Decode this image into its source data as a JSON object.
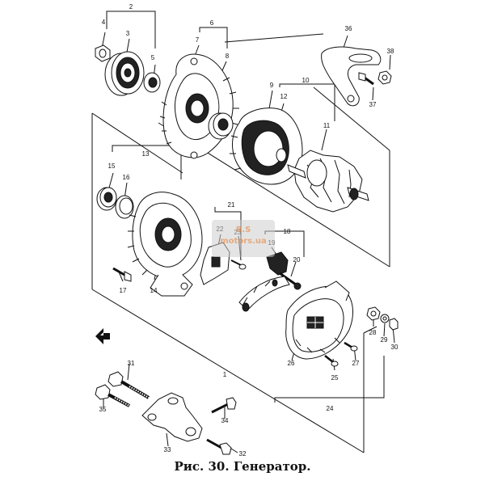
{
  "caption": "Рис. 30. Генератор.",
  "watermark": "B.S motors.ua",
  "callouts": [
    "1",
    "2",
    "3",
    "4",
    "5",
    "6",
    "7",
    "8",
    "9",
    "10",
    "11",
    "12",
    "13",
    "14",
    "15",
    "16",
    "17",
    "18",
    "19",
    "20",
    "21",
    "22",
    "23",
    "24",
    "25",
    "26",
    "27",
    "28",
    "29",
    "30",
    "31",
    "32",
    "33",
    "34",
    "35",
    "36",
    "37",
    "38"
  ],
  "icons": [
    "front-direction-arrow-icon"
  ]
}
